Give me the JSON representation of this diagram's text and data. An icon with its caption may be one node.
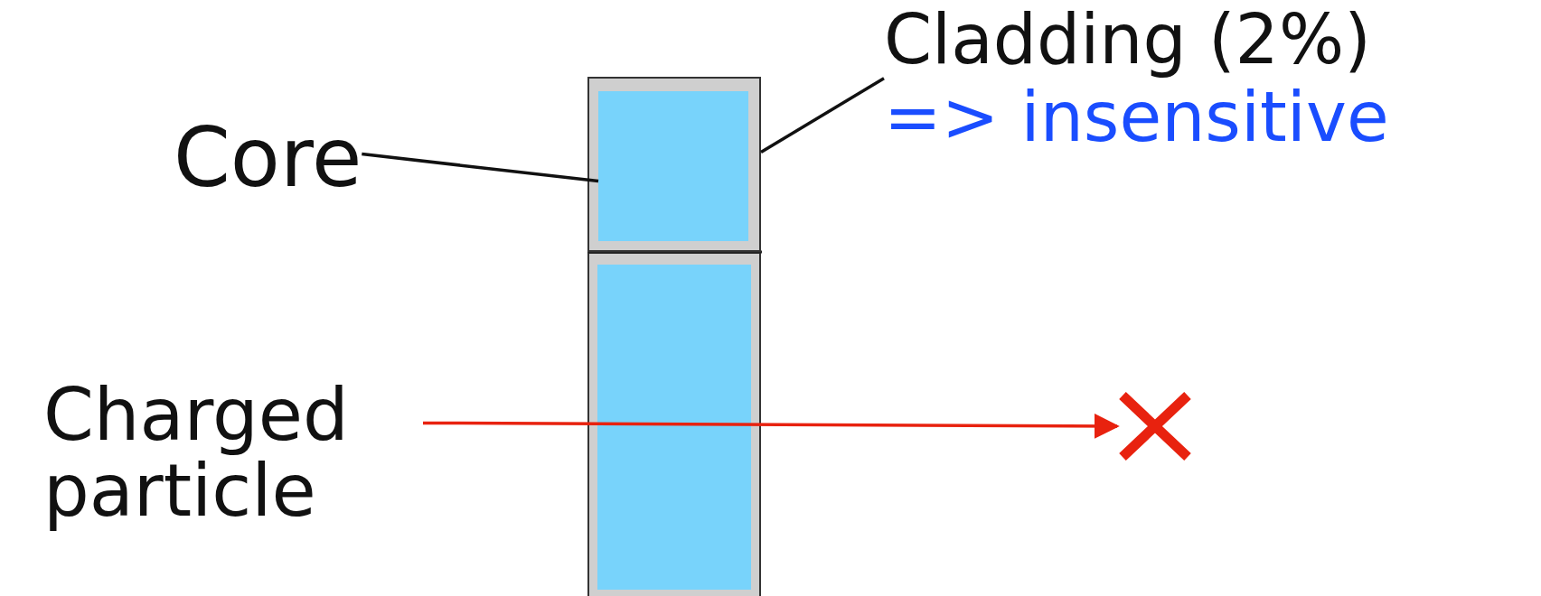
{
  "diagram": {
    "nodes": [
      {
        "text": [
          "Core"
        ]
      },
      {
        "text": [],
        "shape": "box",
        "in": 3
      },
      {
        "text": [
          "Cladding (2%)",
          "=> insensitive"
        ]
      },
      {
        "text": [],
        "shape": "box"
      },
      {
        "text": [
          "Charged particle"
        ]
      },
      {
        "text": [],
        "shape": "cross"
      }
    ],
    "edges": [
      {
        "from": 0,
        "to": 1,
        "arrow": "none"
      },
      {
        "from": 2,
        "to": 3,
        "arrow": "none"
      },
      {
        "from": 4,
        "to": 5,
        "arrow": "to",
        "color": "#e8220f"
      }
    ]
  }
}
